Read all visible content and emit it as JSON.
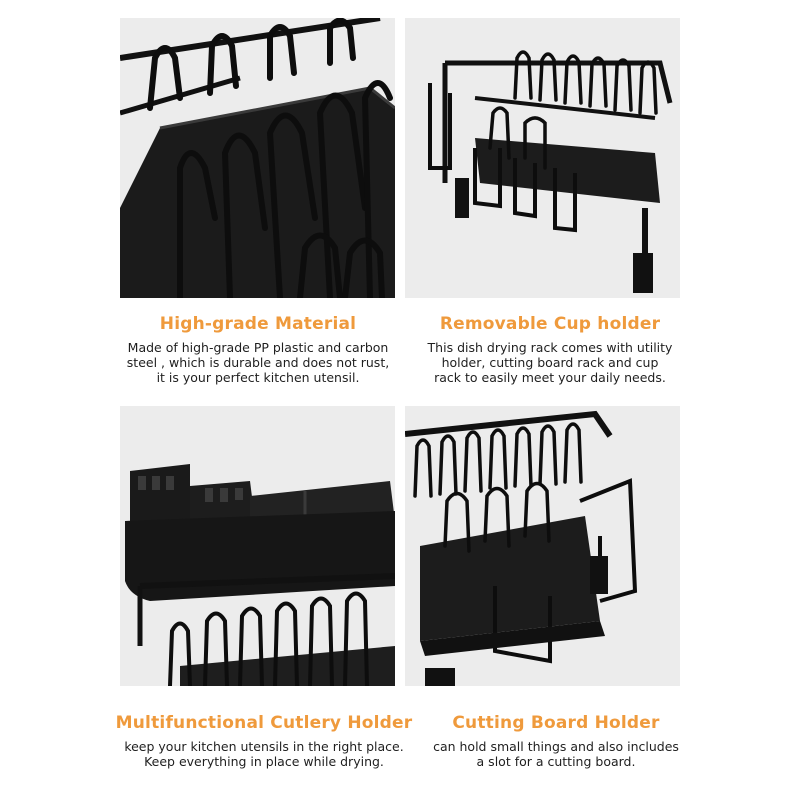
{
  "features": [
    {
      "title": "High-grade Material",
      "description": [
        "Made of high-grade PP plastic and carbon",
        "steel , which is durable and does not rust,",
        "it is your perfect kitchen utensil."
      ]
    },
    {
      "title": "Removable Cup holder",
      "description": [
        "This dish drying rack comes with utility",
        "holder, cutting board rack and cup",
        "rack to easily meet your daily needs."
      ]
    },
    {
      "title": "Multifunctional Cutlery Holder",
      "description": [
        "keep your kitchen utensils in the right place.",
        "Keep everything in place while drying."
      ]
    },
    {
      "title": "Cutting Board Holder",
      "description": [
        "can hold small things and also includes",
        "a slot for a cutting board."
      ]
    }
  ],
  "colors": {
    "title": "#ef9a3c",
    "text": "#1f1f1f",
    "panel_bg": "#ececec",
    "rack": "#141414"
  }
}
